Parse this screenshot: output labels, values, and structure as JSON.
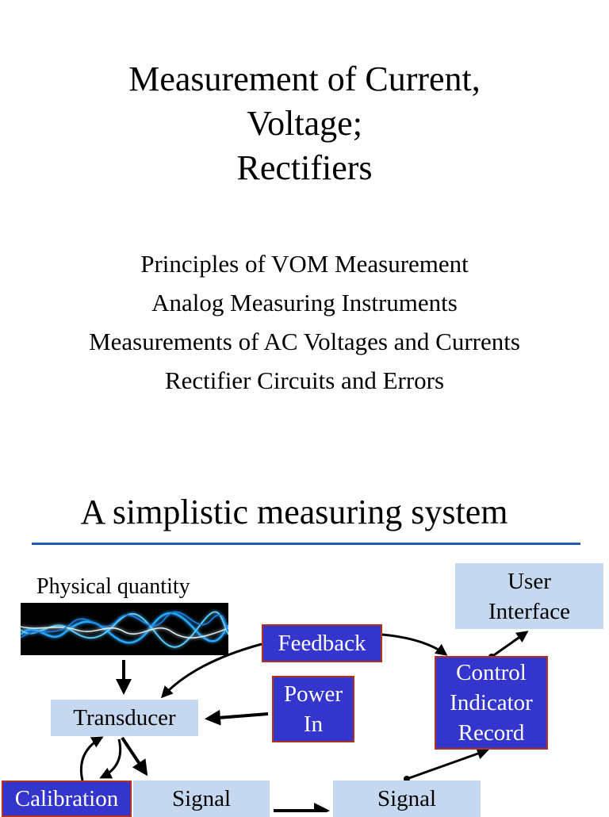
{
  "slide1": {
    "title_lines": [
      "Measurement of Current,",
      "Voltage;",
      "Rectifiers"
    ],
    "topics": [
      "Principles of VOM Measurement",
      "Analog Measuring Instruments",
      "Measurements of AC Voltages and Currents",
      "Rectifier Circuits and Errors"
    ]
  },
  "slide2": {
    "title": "A simplistic measuring system",
    "rule_color": "#1f5bb5",
    "physical_quantity_label": "Physical quantity",
    "wave_image": "glowing-blue-wave",
    "boxes": {
      "user_interface": [
        "User",
        "Interface"
      ],
      "feedback": "Feedback",
      "control": [
        "Control",
        "Indicator",
        "Record"
      ],
      "power_in": [
        "Power",
        "In"
      ],
      "transducer": "Transducer",
      "calibration": "Calibration",
      "signal_left": "Signal",
      "signal_right": "Signal"
    },
    "colors": {
      "light_box": "#c5d8ef",
      "dark_box": "#3335cc",
      "dark_box_border": "#b2321e"
    }
  }
}
